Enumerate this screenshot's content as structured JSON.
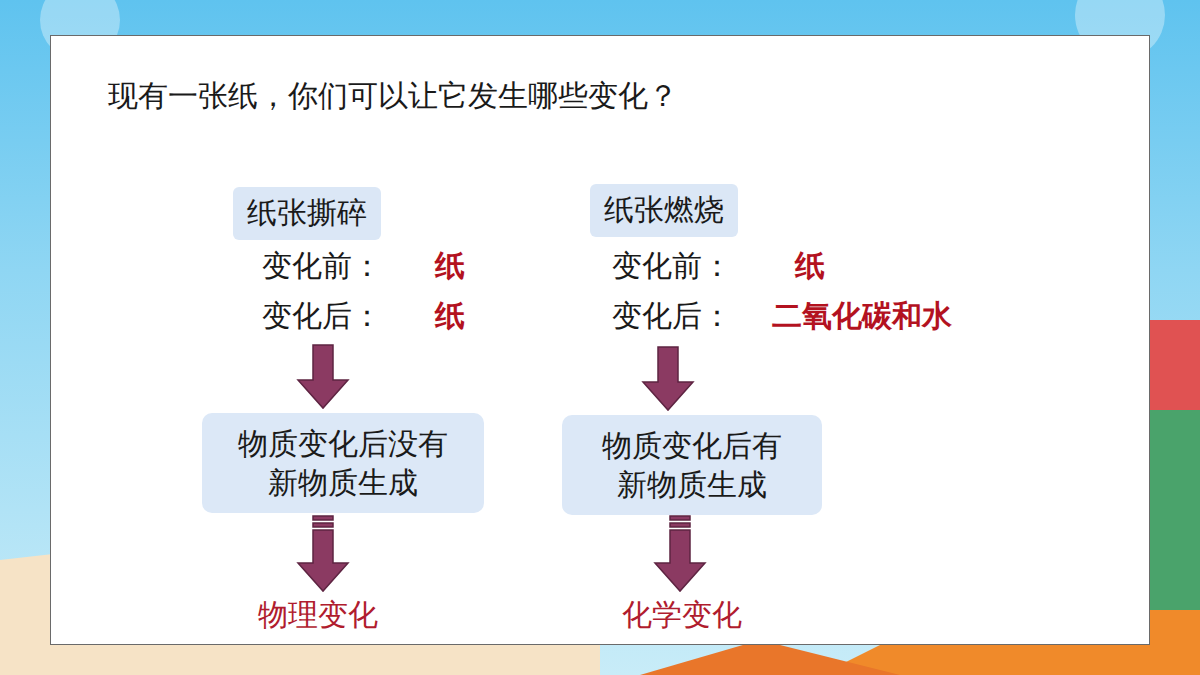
{
  "diagram": {
    "title": "现有一张纸，你们可以让它发生哪些变化？",
    "nodes": [
      {
        "text": [
          "纸张撕碎"
        ]
      },
      {
        "text": [
          "纸张燃烧"
        ]
      },
      {
        "text": [
          "物质变化后没有 新物质生成"
        ]
      },
      {
        "text": [
          "物质变化后有 新物质生成"
        ]
      }
    ],
    "labels": [
      "变化前：",
      "纸",
      "变化后：",
      "纸",
      "变化前：",
      "纸",
      "变化后：",
      "二氧化碳和水",
      "物理变化",
      "化学变化"
    ]
  }
}
